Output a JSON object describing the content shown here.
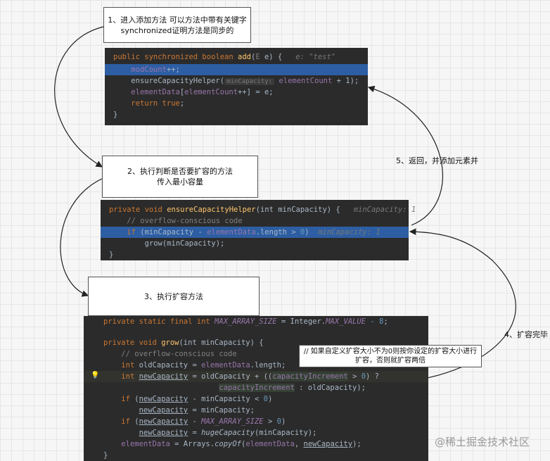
{
  "notes": {
    "n1": [
      "1、进入添加方法 可以方法中带有关键字",
      "synchronized证明方法是同步的"
    ],
    "n2": [
      "2、执行判断是否要扩容的方法",
      "传入最小容量"
    ],
    "n3": [
      "3、执行扩容方法"
    ],
    "n5": [
      "// 如果自定义扩容大小不为0则按你设定的扩容大小进行",
      "扩容，否则就扩容两倍"
    ]
  },
  "labels": {
    "return": "5、返回，并添加元素并",
    "done": "4、扩容完毕"
  },
  "watermark": "@稀土掘金技术社区",
  "code1": {
    "sig_kw": "public synchronized boolean ",
    "sig_name": "add",
    "sig_param_type": "E",
    "sig_param_rest": " e) {",
    "sig_hint": "e: \"test\"",
    "mod_count": "modCount",
    "mod_op": "++;",
    "ensure_call": "ensureCapacityHelper(",
    "ensure_hint": "minCapacity:",
    "ensure_arg_field": "elementCount",
    "ensure_arg_rest": " + 1);",
    "elem_field": "elementData",
    "elem_idx_field": "elementCount",
    "elem_rest": "++] = e;",
    "ret_kw": "return true",
    "ret_end": ";",
    "close": "}"
  },
  "code2": {
    "sig_kw": "private void ",
    "sig_name": "ensureCapacityHelper",
    "sig_params": "(int minCapacity) {",
    "sig_hint": "minCapacity: 1",
    "comment": "// overflow-conscious code",
    "if_kw": "if",
    "if_open": " (minCapacity - ",
    "if_field": "elementData",
    "if_rest": ".length > ",
    "if_num": "0",
    "if_close": ")",
    "if_hint": "minCapacity: 1",
    "grow": "grow(minCapacity);",
    "close": "}"
  },
  "code3": {
    "l1_kw": "private static final int ",
    "l1_const": "MAX_ARRAY_SIZE",
    "l1_mid": " = Integer.",
    "l1_max": "MAX_VALUE",
    "l1_num": " - 8",
    "l1_end": ";",
    "l2_kw": "private void ",
    "l2_name": "grow",
    "l2_rest": "(int minCapacity) {",
    "l3_comment": "// overflow-conscious code",
    "l4_kw": "int ",
    "l4_mid": "oldCapacity = ",
    "l4_field": "elementData",
    "l4_end": ".length;",
    "l5_kw": "int ",
    "l5_var": "newCapacity",
    "l5_mid": " = oldCapacity + ((",
    "l5_field": "capacityIncrement",
    "l5_rest": " > ",
    "l5_num": "0",
    "l5_end": ") ?",
    "l6_field": "capacityIncrement",
    "l6_end": " : oldCapacity);",
    "l7_kw": "if",
    "l7_open": " (",
    "l7_var": "newCapacity",
    "l7_mid": " - minCapacity < ",
    "l7_num": "0",
    "l7_end": ")",
    "l8_var": "newCapacity",
    "l8_end": " = minCapacity;",
    "l9_kw": "if",
    "l9_open": " (",
    "l9_var": "newCapacity",
    "l9_mid": " - ",
    "l9_const": "MAX_ARRAY_SIZE",
    "l9_rest": " > ",
    "l9_num": "0",
    "l9_end": ")",
    "l10_var": "newCapacity",
    "l10_mid": " = ",
    "l10_fn": "hugeCapacity",
    "l10_end": "(minCapacity);",
    "l11_field": "elementData",
    "l11_mid": " = Arrays.",
    "l11_fn": "copyOf",
    "l11_open": "(",
    "l11_field2": "elementData",
    "l11_sep": ", ",
    "l11_var": "newCapacity",
    "l11_end": ");",
    "close": "}"
  }
}
